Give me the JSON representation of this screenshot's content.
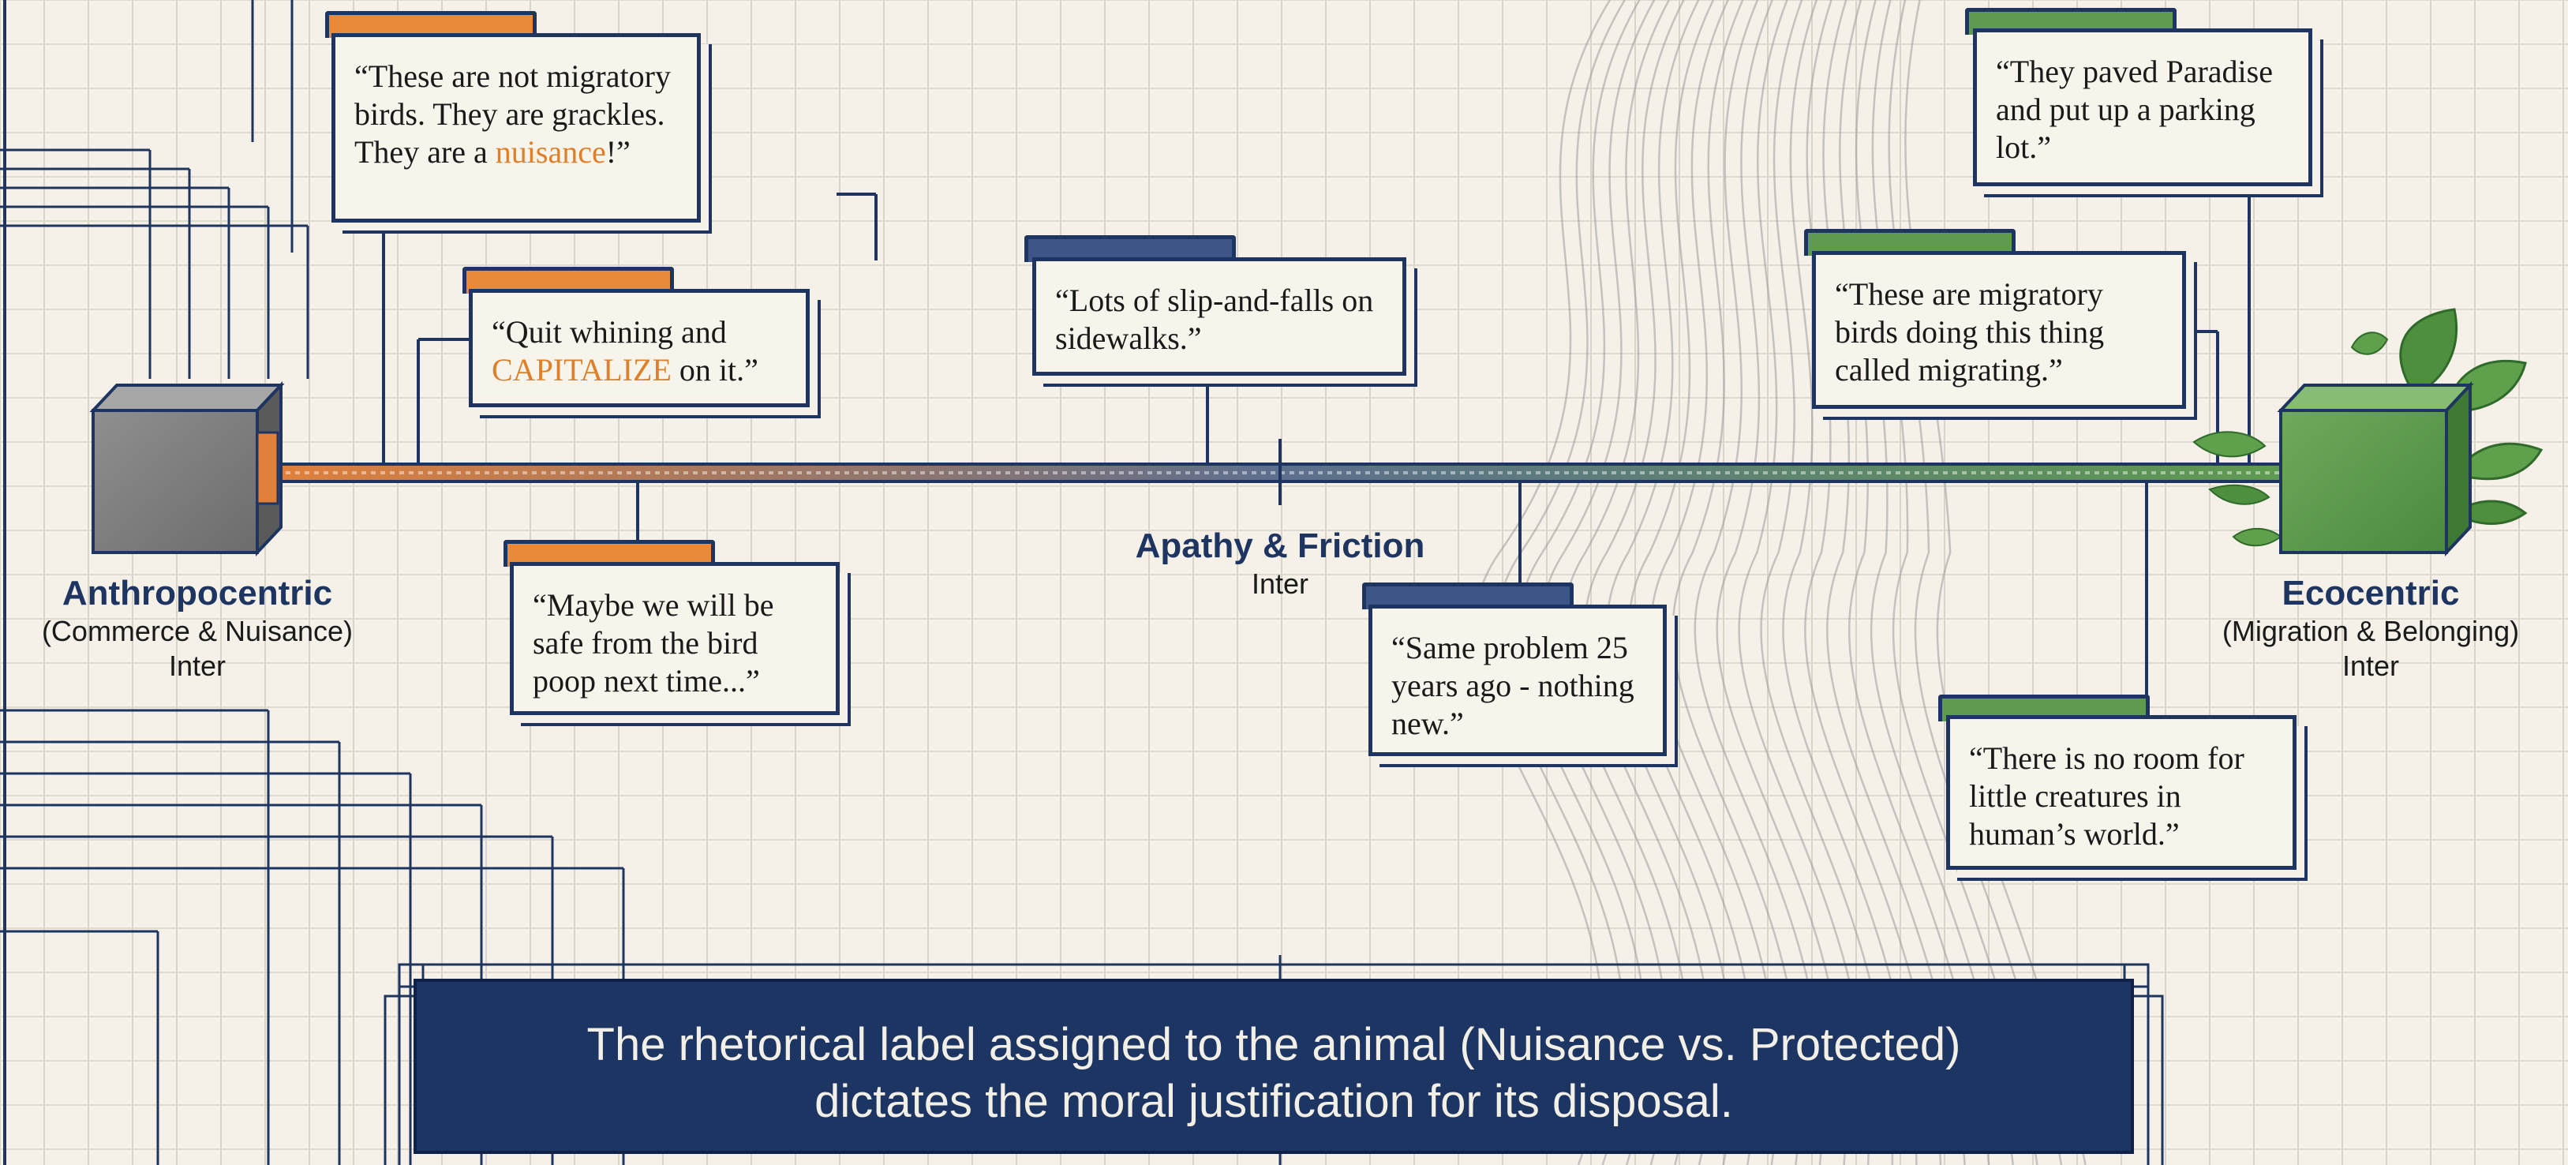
{
  "poles": {
    "left": {
      "name": "Anthropocentric",
      "subtitle": "(Commerce & Nuisance)",
      "font_label": "Inter",
      "color": "#8c8c8c"
    },
    "center": {
      "name": "Apathy & Friction",
      "font_label": "Inter"
    },
    "right": {
      "name": "Ecocentric",
      "subtitle": "(Migration & Belonging)",
      "font_label": "Inter",
      "color": "#5e9a4f"
    }
  },
  "quotes": [
    {
      "id": "q1",
      "tone": "orange",
      "pre": "“These are not migratory birds. They are grackles. They are a ",
      "highlight": "nuisance",
      "post": "!”"
    },
    {
      "id": "q2",
      "tone": "orange",
      "pre": "“Quit whining and ",
      "highlight": "CAPITALIZE",
      "post": " on it.”"
    },
    {
      "id": "q3",
      "tone": "orange",
      "pre": "“Maybe we will be safe from the bird poop next time...”",
      "highlight": "",
      "post": ""
    },
    {
      "id": "q4",
      "tone": "navy",
      "pre": "“Lots of slip-and-falls on sidewalks.”",
      "highlight": "",
      "post": ""
    },
    {
      "id": "q5",
      "tone": "navy",
      "pre": "“Same problem 25 years ago - nothing new.”",
      "highlight": "",
      "post": ""
    },
    {
      "id": "q6",
      "tone": "green",
      "pre": "“They paved Paradise and put up a parking lot.”",
      "highlight": "",
      "post": ""
    },
    {
      "id": "q7",
      "tone": "green",
      "pre": "“These are migratory birds doing this thing called migrating.”",
      "highlight": "",
      "post": ""
    },
    {
      "id": "q8",
      "tone": "green",
      "pre": "“There is no room for little creatures in human’s world.”",
      "highlight": "",
      "post": ""
    }
  ],
  "banner": {
    "line1": "The rhetorical label assigned to the animal (Nuisance vs. Protected)",
    "line2": "dictates the moral justification for its disposal."
  },
  "colors": {
    "navy": "#1f3561",
    "orange": "#e88a3a",
    "green": "#5e9a4f",
    "paper": "#f5f1e8"
  }
}
